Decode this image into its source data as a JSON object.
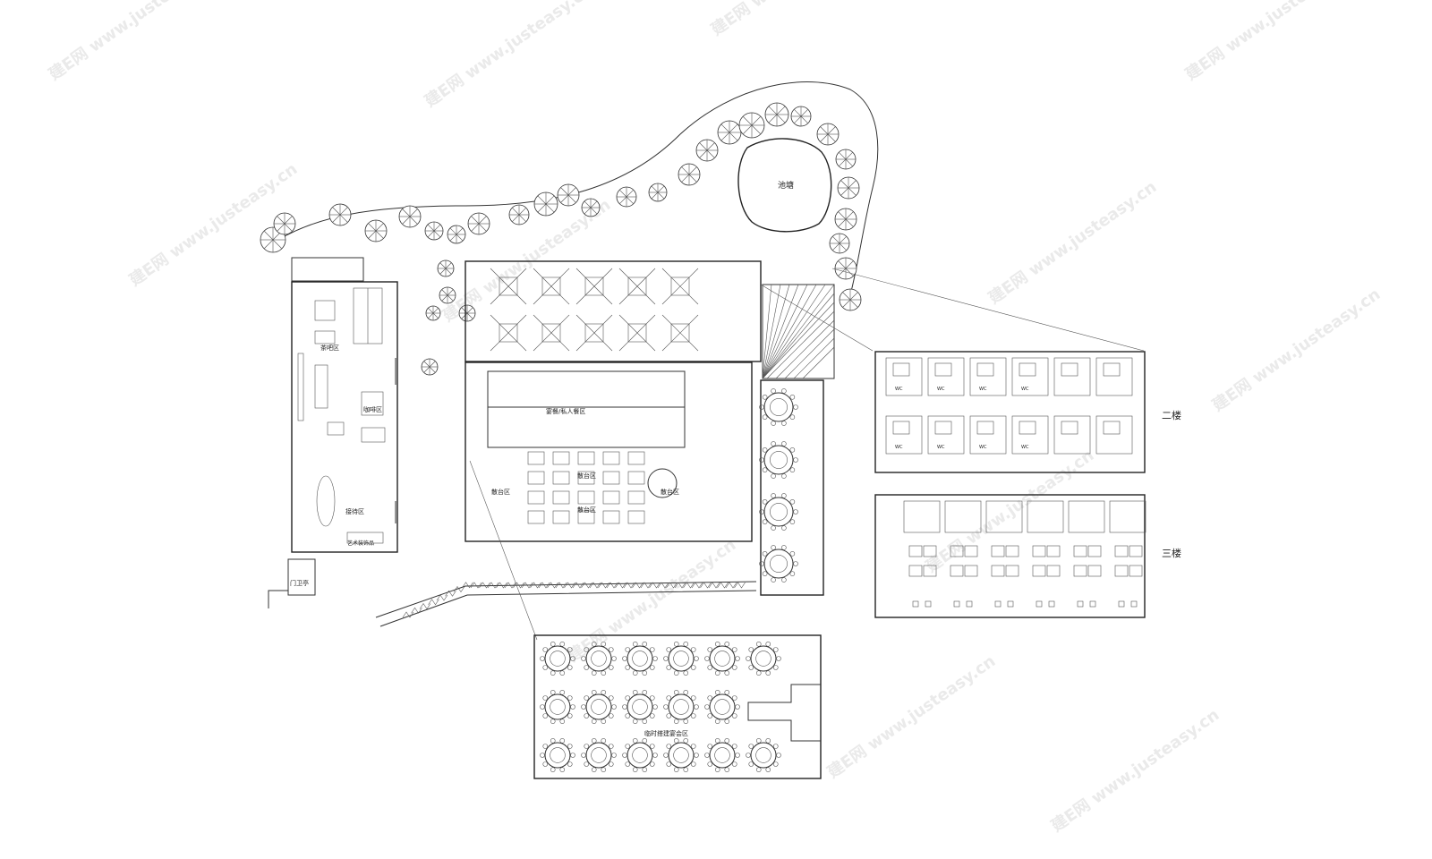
{
  "labels": {
    "pond": "池塘",
    "tea_area": "茶吧区",
    "coffee_area": "咖啡区",
    "reception_area": "接待区",
    "art_display": "艺术装饰品",
    "guard_booth": "门卫亭",
    "wedding_banquet": "宴餐/私人餐区",
    "dining_area_1": "散台区",
    "dining_area_2": "散台区",
    "dining_area_3": "散台区",
    "dining_area_4": "散台区",
    "banquet_temp": "临时搭建宴会区",
    "floor2": "二楼",
    "floor3": "三楼",
    "wc": "WC"
  },
  "watermark": {
    "brand": "建E网",
    "url": "www.justeasy.cn"
  },
  "colors": {
    "line": "#333333",
    "watermark": "#d9d9d9",
    "background": "#ffffff"
  }
}
